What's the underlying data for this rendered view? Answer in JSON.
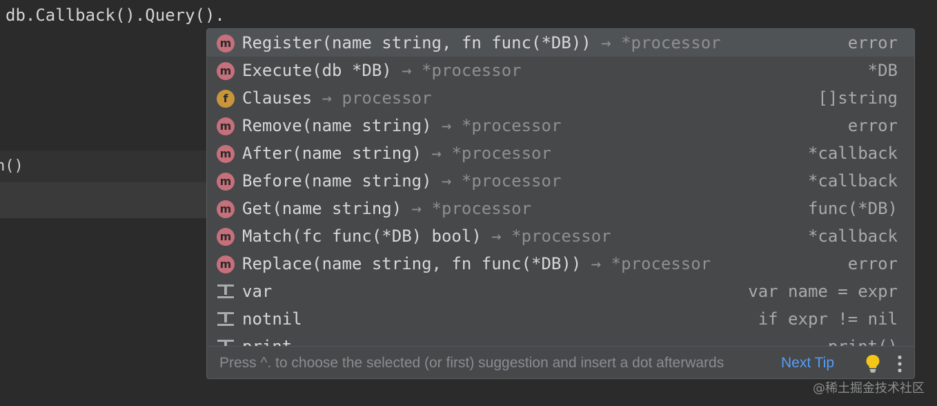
{
  "editor": {
    "code_line": "db.Callback().Query().",
    "side_fragment": "n()"
  },
  "completion": {
    "items": [
      {
        "kind": "method",
        "icon_letter": "m",
        "name": "Register(name string, fn func(*DB))",
        "arrow": "→",
        "ret": "*processor",
        "type": "error",
        "selected": true
      },
      {
        "kind": "method",
        "icon_letter": "m",
        "name": "Execute(db *DB)",
        "arrow": "→",
        "ret": "*processor",
        "type": "*DB"
      },
      {
        "kind": "field",
        "icon_letter": "f",
        "name": "Clauses",
        "arrow": "→",
        "ret": "processor",
        "type": "[]string"
      },
      {
        "kind": "method",
        "icon_letter": "m",
        "name": "Remove(name string)",
        "arrow": "→",
        "ret": "*processor",
        "type": "error"
      },
      {
        "kind": "method",
        "icon_letter": "m",
        "name": "After(name string)",
        "arrow": "→",
        "ret": "*processor",
        "type": "*callback"
      },
      {
        "kind": "method",
        "icon_letter": "m",
        "name": "Before(name string)",
        "arrow": "→",
        "ret": "*processor",
        "type": "*callback"
      },
      {
        "kind": "method",
        "icon_letter": "m",
        "name": "Get(name string)",
        "arrow": "→",
        "ret": "*processor",
        "type": "func(*DB)"
      },
      {
        "kind": "method",
        "icon_letter": "m",
        "name": "Match(fc func(*DB) bool)",
        "arrow": "→",
        "ret": "*processor",
        "type": "*callback"
      },
      {
        "kind": "method",
        "icon_letter": "m",
        "name": "Replace(name string, fn func(*DB))",
        "arrow": "→",
        "ret": "*processor",
        "type": "error"
      },
      {
        "kind": "template",
        "icon_letter": "",
        "name": "var",
        "arrow": "",
        "ret": "",
        "type": "var name = expr"
      },
      {
        "kind": "template",
        "icon_letter": "",
        "name": "notnil",
        "arrow": "",
        "ret": "",
        "type": "if expr != nil"
      },
      {
        "kind": "template",
        "icon_letter": "",
        "name": "print",
        "arrow": "",
        "ret": "",
        "type": "print()"
      }
    ],
    "footer": {
      "hint": "Press ^. to choose the selected (or first) suggestion and insert a dot afterwards",
      "next_tip": "Next Tip",
      "bulb_icon": "lightbulb-icon",
      "more_icon": "more-vertical-icon"
    }
  },
  "watermark": "@稀土掘金技术社区",
  "colors": {
    "editor_bg": "#2b2b2b",
    "popup_bg": "#46484a",
    "selected_row": "#505356",
    "method_icon": "#c5707b",
    "field_icon": "#c9953a",
    "link": "#589df6",
    "bulb": "#f5c518"
  }
}
